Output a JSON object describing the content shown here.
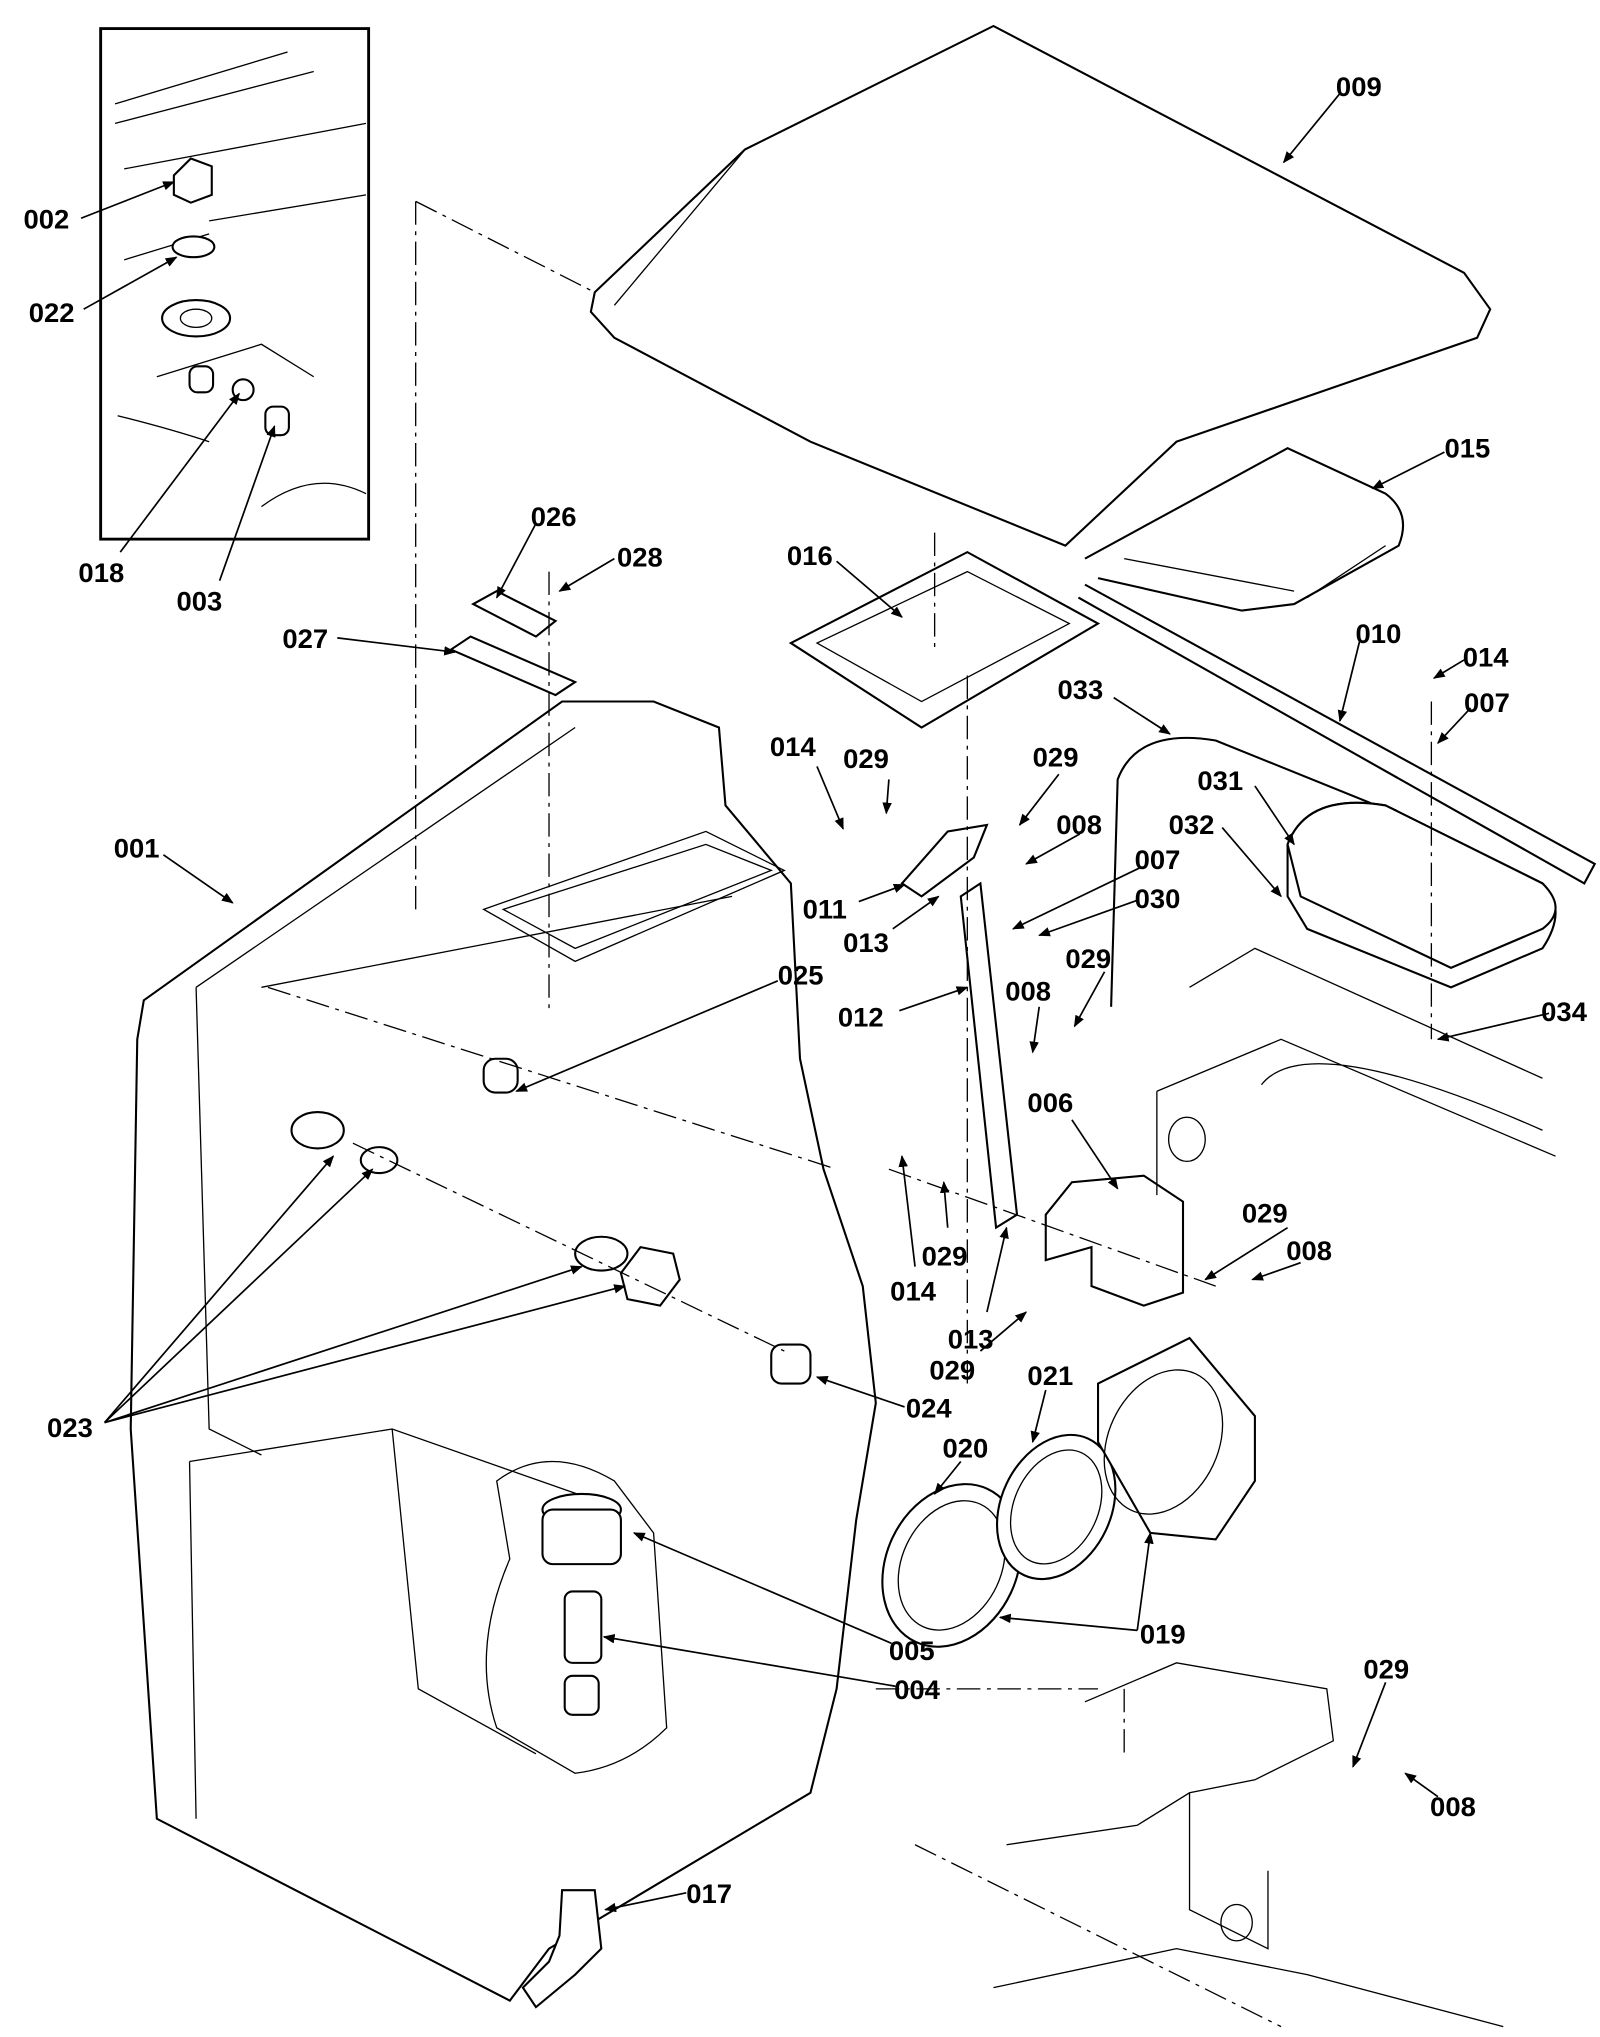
{
  "diagram": {
    "type": "exploded parts diagram",
    "line_color": "#000000",
    "background": "#ffffff"
  },
  "part_labels": [
    "009",
    "015",
    "002",
    "022",
    "018",
    "003",
    "026",
    "028",
    "027",
    "016",
    "010",
    "014",
    "007",
    "033",
    "014",
    "029",
    "029",
    "031",
    "032",
    "008",
    "001",
    "007",
    "011",
    "030",
    "013",
    "025",
    "029",
    "012",
    "008",
    "034",
    "006",
    "029",
    "008",
    "029",
    "014",
    "013",
    "029",
    "024",
    "021",
    "020",
    "023",
    "019",
    "005",
    "004",
    "029",
    "008",
    "017"
  ]
}
